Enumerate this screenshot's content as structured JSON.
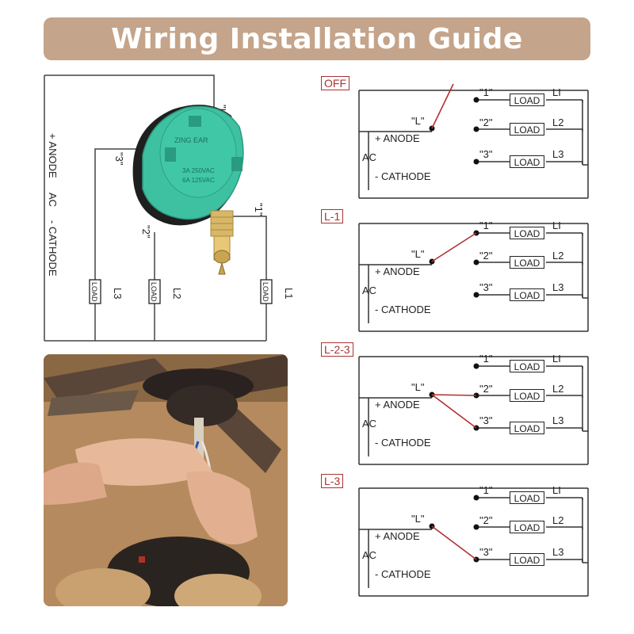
{
  "title": "Wiring Installation Guide",
  "colors": {
    "banner": "#c4a48a",
    "switch_body": "#3ec1a0",
    "accent_red": "#b03030"
  },
  "switch_diagram": {
    "anode": "+ ANODE",
    "ac": "AC",
    "cathode": "- CATHODE",
    "terminal_L": "\"L\"",
    "terminal_1": "\"1\"",
    "terminal_2": "\"2\"",
    "terminal_3": "\"3\"",
    "load": "LOAD",
    "l1": "L1",
    "l2": "L2",
    "l3": "L3",
    "switch_brand": "ZING EAR",
    "rating_1": "3A 250VAC",
    "rating_2": "6A 125VAC"
  },
  "panels": [
    {
      "tag": "OFF",
      "anode": "+ ANODE",
      "ac": "AC",
      "cathode": "- CATHODE",
      "L": "\"L\"",
      "t1": "\"1\"",
      "t2": "\"2\"",
      "t3": "\"3\"",
      "load": "LOAD",
      "l1": "LI",
      "l2": "L2",
      "l3": "L3",
      "state": "off"
    },
    {
      "tag": "L-1",
      "anode": "+ ANODE",
      "ac": "AC",
      "cathode": "- CATHODE",
      "L": "\"L\"",
      "t1": "\"1\"",
      "t2": "\"2\"",
      "t3": "\"3\"",
      "load": "LOAD",
      "l1": "LI",
      "l2": "L2",
      "l3": "L3",
      "state": "1"
    },
    {
      "tag": "L-2-3",
      "anode": "+ ANODE",
      "ac": "AC",
      "cathode": "- CATHODE",
      "L": "\"L\"",
      "t1": "\"1\"",
      "t2": "\"2\"",
      "t3": "\"3\"",
      "load": "LOAD",
      "l1": "LI",
      "l2": "L2",
      "l3": "L3",
      "state": "23"
    },
    {
      "tag": "L-3",
      "anode": "+ ANODE",
      "ac": "AC",
      "cathode": "- CATHODE",
      "L": "\"L\"",
      "t1": "\"1\"",
      "t2": "\"2\"",
      "t3": "\"3\"",
      "load": "LOAD",
      "l1": "LI",
      "l2": "L2",
      "l3": "L3",
      "state": "3"
    }
  ]
}
